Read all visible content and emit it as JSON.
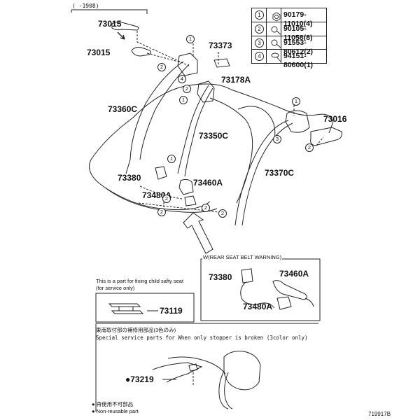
{
  "top_note": "(      -1908)",
  "legend": [
    {
      "num": "1",
      "part": "90179-11010(4)",
      "icon": "nut-icon"
    },
    {
      "num": "2",
      "part": "90105-11058(8)",
      "icon": "bolt-icon"
    },
    {
      "num": "3",
      "part": "91553-80612(2)",
      "icon": "bolt-icon"
    },
    {
      "num": "4",
      "part": "94151-80600(1)",
      "icon": "screw-icon"
    }
  ],
  "labels": {
    "p73015a": "73015",
    "p73015b": "73015",
    "p73373": "73373",
    "p73178a": "73178A",
    "p73360c": "73360C",
    "p73350c": "73350C",
    "p73016": "73016",
    "p73380": "73380",
    "p73460a": "73460A",
    "p73370c": "73370C",
    "p73480a": "73480A",
    "p73119": "73119",
    "p73219": "●73219",
    "w_73380": "73380",
    "w_73460a": "73460A",
    "w_73480a": "73480A"
  },
  "warning_box_title": "W(REAR SEAT BELT WARNING)",
  "child_seat_note_1": "This is a part for fixing child safty seat",
  "child_seat_note_2": "(for service only)",
  "special_note_jp": "東南取付部の補修用部品(3色のみ)",
  "special_note_en": "Special  service  parts  for  When  only  stopper  is  broken  (3color  only)",
  "footnote_jp": "● 再使用不可部品",
  "footnote_en": "● Non-reusable part",
  "diagram_id": "719917B",
  "callouts": [
    "1",
    "2",
    "3",
    "4"
  ]
}
